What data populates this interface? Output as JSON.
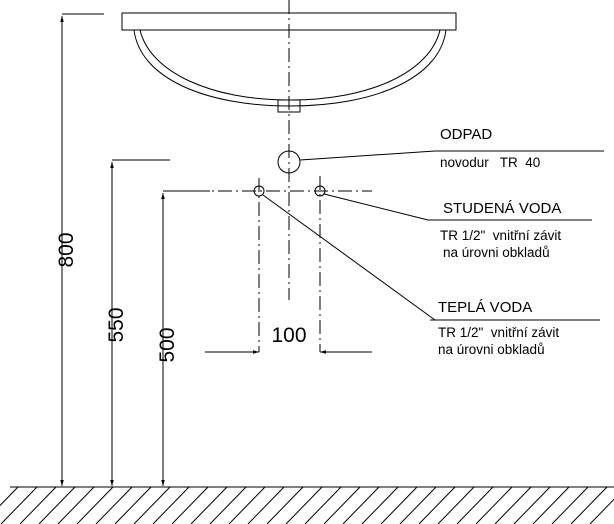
{
  "dimensions": {
    "total_height": "800",
    "drain_height": "550",
    "water_height": "500",
    "spacing": "100"
  },
  "labels": {
    "drain": {
      "title": "ODPAD",
      "detail": "novodur   TR  40"
    },
    "cold_water": {
      "title": "STUDENÁ VODA",
      "detail1": "TR 1/2\"  vnitřní závit",
      "detail2": "na úrovni obkladů"
    },
    "hot_water": {
      "title": "TEPLÁ VODA",
      "detail1": "TR 1/2\"  vnitřní závit",
      "detail2": "na úrovni obkladů"
    }
  }
}
